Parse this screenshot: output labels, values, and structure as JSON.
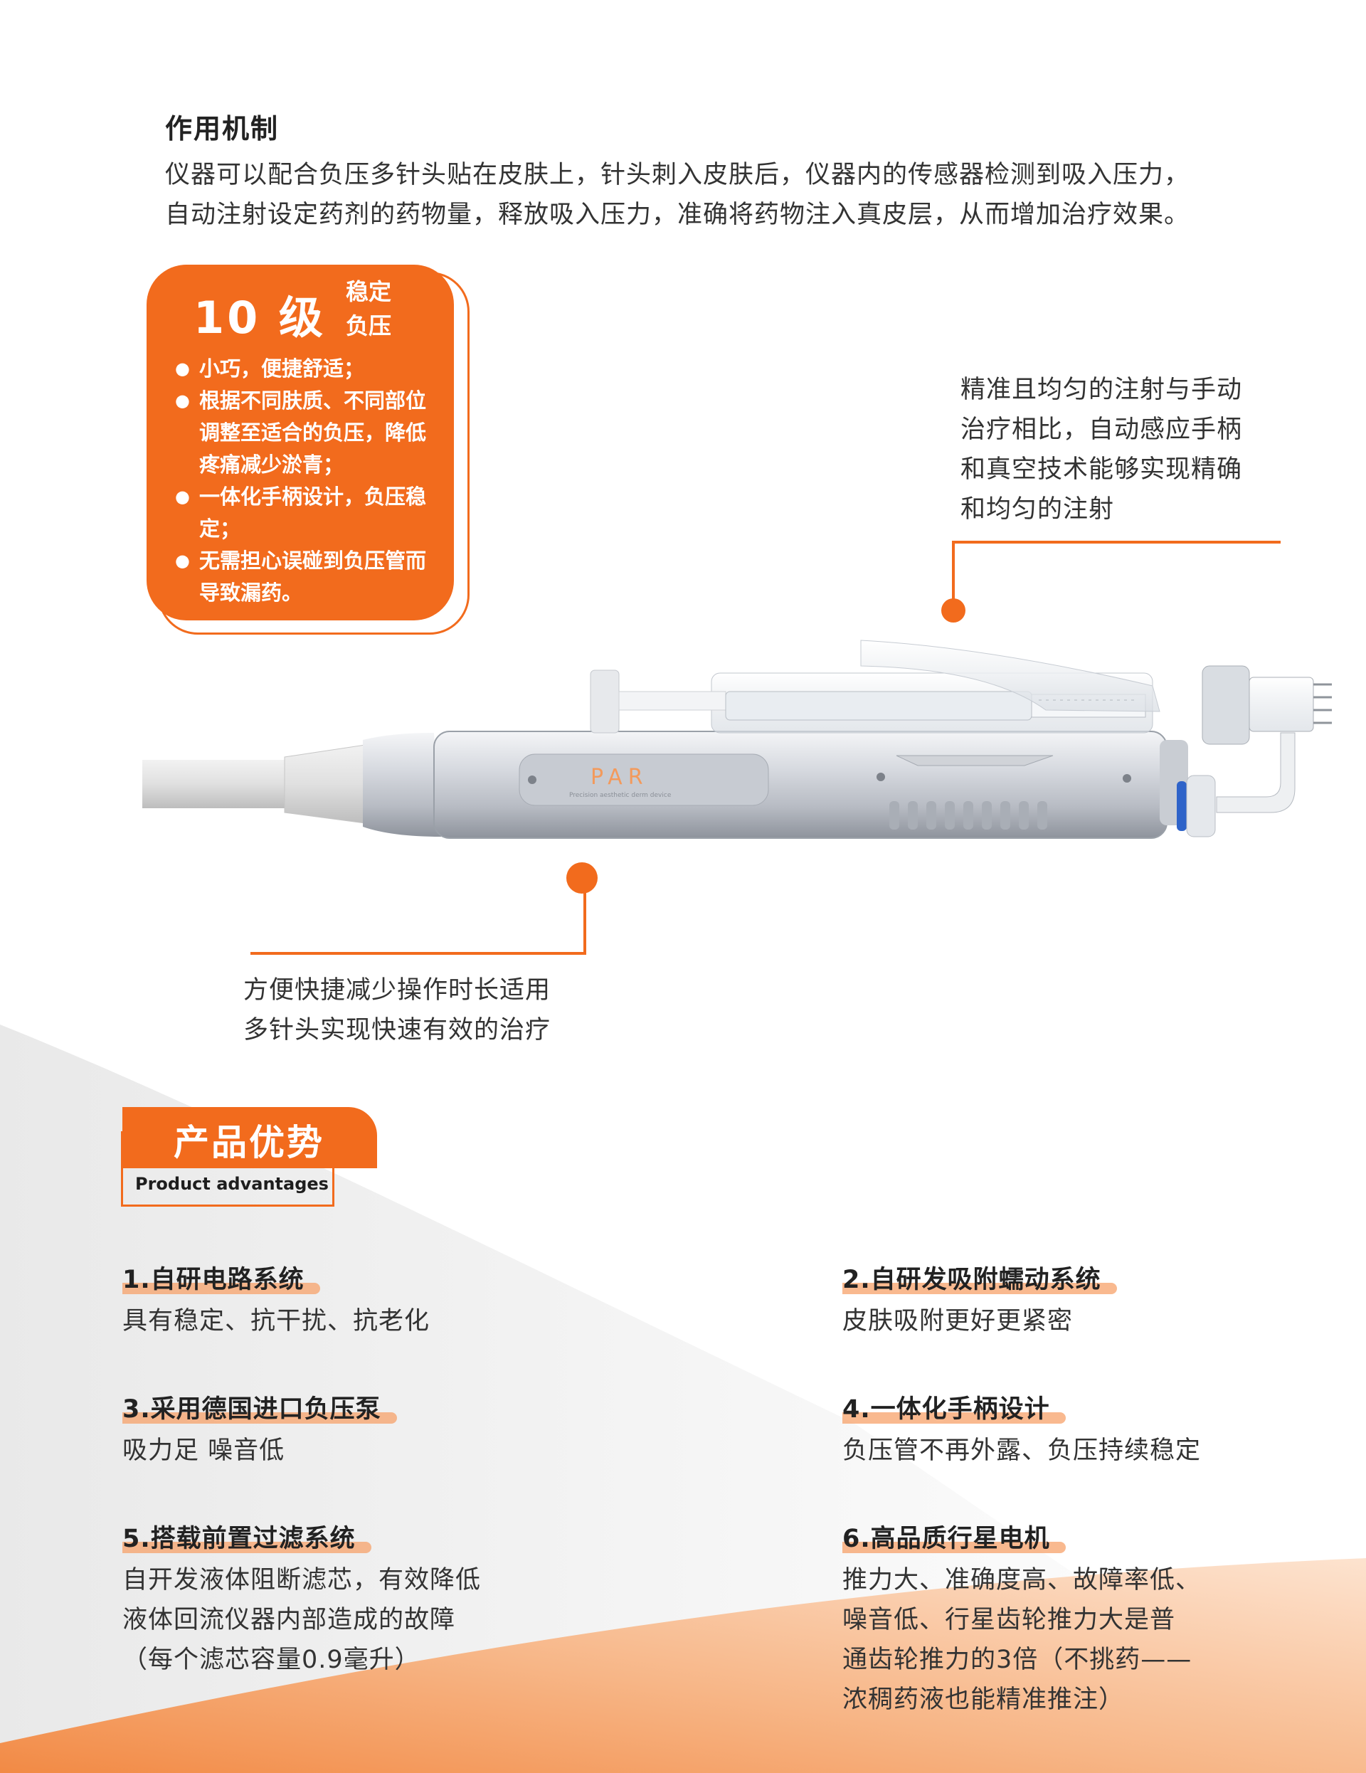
{
  "mechanism": {
    "title": "作用机制",
    "body_line1": "仪器可以配合负压多针头贴在皮肤上，针头刺入皮肤后，仪器内的传感器检测到吸入压力，",
    "body_line2": "自动注射设定药剂的药物量，释放吸入压力，准确将药物注入真皮层，从而增加治疗效果。"
  },
  "feature_card": {
    "level": "10 级",
    "sub_line1": "稳定",
    "sub_line2": "负压",
    "bullets": [
      "小巧，便捷舒适；",
      "根据不同肤质、不同部位调整至适合的负压，降低疼痛减少淤青；",
      "一体化手柄设计，负压稳定；",
      "无需担心误碰到负压管而导致漏药。"
    ]
  },
  "callouts": {
    "top": {
      "line1": "精准且均匀的注射与手动",
      "line2": "治疗相比，自动感应手柄",
      "line3": "和真空技术能够实现精确",
      "line4": "和均匀的注射"
    },
    "bottom": {
      "line1": "方便快捷减少操作时长适用",
      "line2": "多针头实现快速有效的治疗"
    }
  },
  "device": {
    "logo_text": "PAR",
    "logo_subtext": "Precision aesthetic derm device"
  },
  "advantages": {
    "title_cn": "产品优势",
    "title_en": "Product advantages",
    "items": [
      {
        "head": "1.自研电路系统",
        "desc": [
          "具有稳定、抗干扰、抗老化"
        ]
      },
      {
        "head": "2.自研发吸附蠕动系统",
        "desc": [
          "皮肤吸附更好更紧密"
        ]
      },
      {
        "head": "3.采用德国进口负压泵",
        "desc": [
          "吸力足 噪音低"
        ]
      },
      {
        "head": "4.一体化手柄设计",
        "desc": [
          "负压管不再外露、负压持续稳定"
        ]
      },
      {
        "head": "5.搭载前置过滤系统",
        "desc": [
          "自开发液体阻断滤芯，有效降低",
          "液体回流仪器内部造成的故障",
          "（每个滤芯容量0.9毫升）"
        ]
      },
      {
        "head": "6.高品质行星电机",
        "desc": [
          "推力大、准确度高、故障率低、",
          "噪音低、行星齿轮推力大是普",
          "通齿轮推力的3倍（不挑药——",
          "浓稠药液也能精准推注）"
        ]
      }
    ]
  },
  "colors": {
    "accent": "#f26b1d",
    "highlight": "#f7a26a",
    "text": "#333333"
  }
}
